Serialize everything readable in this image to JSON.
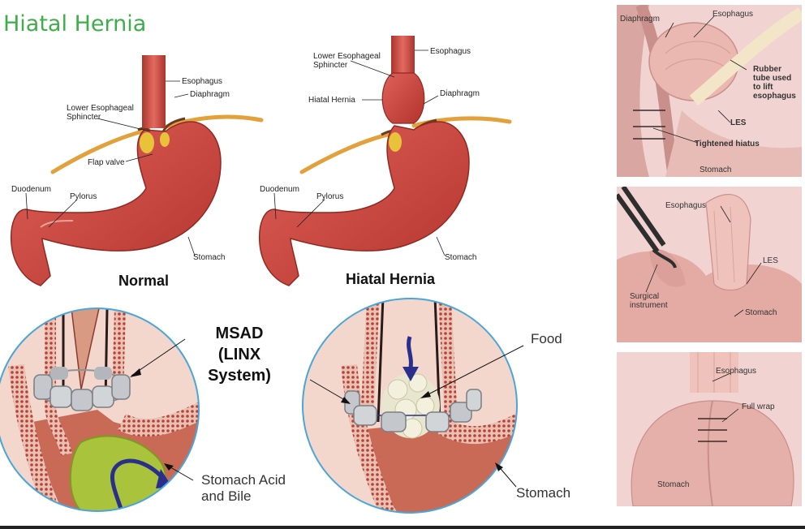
{
  "title": "Hiatal Hernia",
  "normal": {
    "caption": "Normal",
    "labels": {
      "esophagus": "Esophagus",
      "diaphragm": "Diaphragm",
      "les": "Lower Esophageal\nSphincter",
      "flap": "Flap valve",
      "duodenum": "Duodenum",
      "pylorus": "Pylorus",
      "stomach": "Stomach"
    }
  },
  "hernia": {
    "caption": "Hiatal Hernia",
    "labels": {
      "esophagus": "Esophagus",
      "les": "Lower Esophageal\nSphincter",
      "hernia": "Hiatal Hernia",
      "diaphragm": "Diaphragm",
      "duodenum": "Duodenum",
      "pylorus": "Pylorus",
      "stomach": "Stomach"
    }
  },
  "msad": {
    "line1": "MSAD",
    "line2": "(LINX System)",
    "acid": "Stomach Acid\nand Bile",
    "food": "Food",
    "stomach": "Stomach"
  },
  "panel1": {
    "diaphragm": "Diaphragm",
    "esophagus": "Esophagus",
    "tube": "Rubber\ntube used\nto lift\nesophagus",
    "les": "LES",
    "hiatus": "Tightened hiatus",
    "stomach": "Stomach"
  },
  "panel2": {
    "esophagus": "Esophagus",
    "les": "LES",
    "instrument": "Surgical\ninstrument",
    "stomach": "Stomach"
  },
  "panel3": {
    "esophagus": "Esophagus",
    "wrap": "Full wrap",
    "stomach": "Stomach"
  },
  "colors": {
    "title": "#3fae4a",
    "stomach": "#c9433a",
    "stomach_dark": "#8f2a22",
    "diaphragm": "#e3a13c",
    "circle": "#4aa6d8",
    "panel_bg": "#f1d4d1",
    "linx": "#b9bcc0",
    "arrow": "#2b2f8c",
    "acid": "#a9c43c"
  }
}
